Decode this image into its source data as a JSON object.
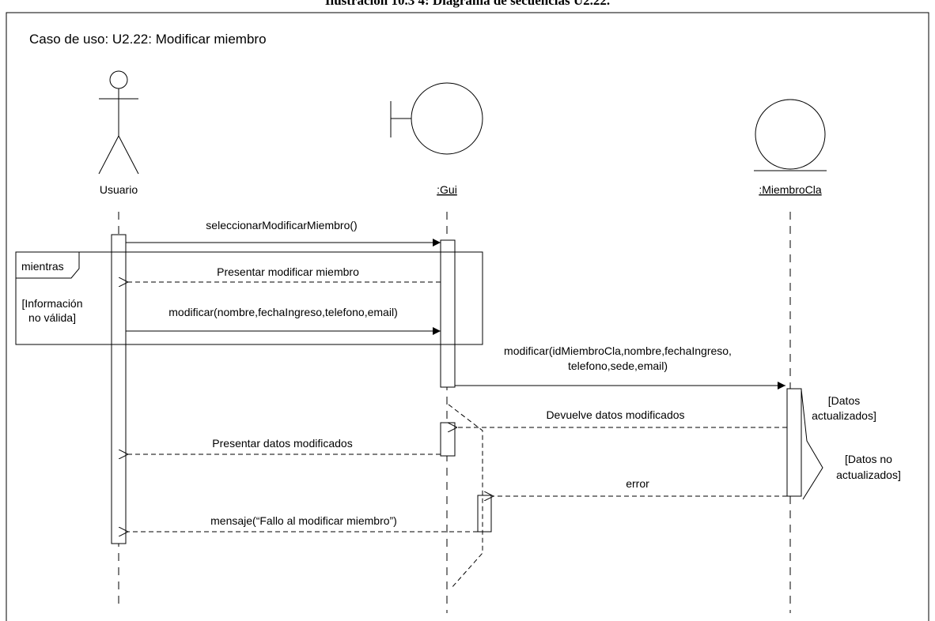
{
  "caption": "Ilustración 10.3 4: Diagrama de secuencias U2.22.",
  "diagram_title": "Caso de uso: U2.22: Modificar miembro",
  "lifelines": {
    "actor": "Usuario",
    "boundary": ":Gui",
    "entity": ":MiembroCla"
  },
  "fragment": {
    "operator": "mientras",
    "guard_line1": "[Información",
    "guard_line2": "no válida]"
  },
  "messages": {
    "m1": "seleccionarModificarMiembro()",
    "m2": "Presentar modificar miembro",
    "m3": "modificar(nombre,fechaIngreso,telefono,email)",
    "m4_line1": "modificar(idMiembroCla,nombre,fechaIngreso,",
    "m4_line2": "telefono,sede,email)",
    "m5": "Devuelve datos modificados",
    "m6": "Presentar datos modificados",
    "m7": "error",
    "m8": "mensaje(“Fallo al modificar miembro”)"
  },
  "guards": {
    "ok_line1": "[Datos",
    "ok_line2": "actualizados]",
    "fail_line1": "[Datos no",
    "fail_line2": "actualizados]"
  }
}
